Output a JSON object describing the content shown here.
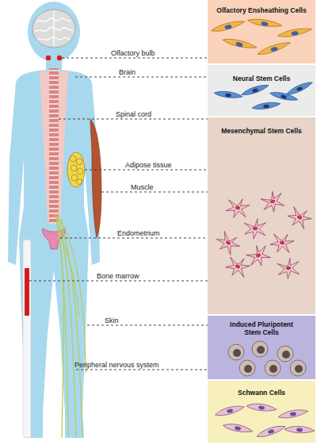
{
  "diagram": {
    "nodes": [
      {
        "text": [
          "Olfactory Ensheathing Cells"
        ]
      },
      {
        "text": [
          "Neural Stem Cells"
        ]
      },
      {
        "text": [
          "Mesenchymal Stem Cells"
        ]
      },
      {
        "text": [
          "Induced Pluripotent Stem Cells"
        ]
      },
      {
        "text": [
          "Schwann Cells"
        ]
      }
    ],
    "labels": [
      "Olfactory bulb",
      "Brain",
      "Spinal cord",
      "Adipose tissue",
      "Muscle",
      "Endometrium",
      "Bone marrow",
      "Skin",
      "Peripheral nervous system"
    ]
  }
}
